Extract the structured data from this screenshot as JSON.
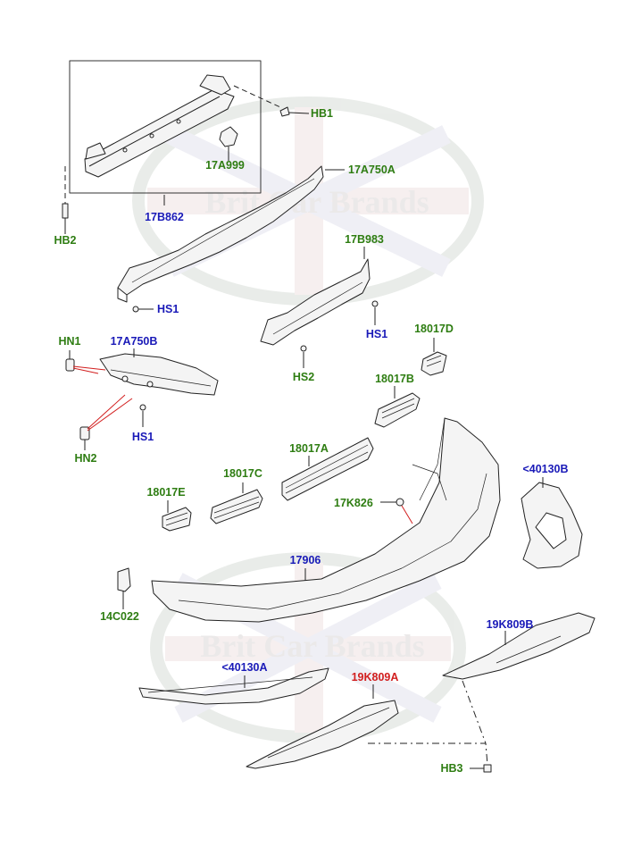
{
  "watermark": {
    "text": "Brit Car Brands"
  },
  "colors": {
    "green": "#2e7d12",
    "blue": "#1a1ab8",
    "red": "#d21f1f",
    "line": "#222222",
    "part_fill": "#f4f4f4"
  },
  "labels": {
    "hb1": "HB1",
    "a999": "17A999",
    "a750a": "17A750A",
    "hb2": "HB2",
    "b862": "17B862",
    "b983": "17B983",
    "hs1_top": "HS1",
    "hs1_mid": "HS1",
    "hs2": "HS2",
    "hn1": "HN1",
    "a750b": "17A750B",
    "hs1_low": "HS1",
    "hn2": "HN2",
    "d": "18017D",
    "b": "18017B",
    "a": "18017A",
    "c": "18017C",
    "e": "18017E",
    "k826": "17K826",
    "c40130b": "<40130B",
    "p17906": "17906",
    "c022": "14C022",
    "k809b": "19K809B",
    "c40130a": "<40130A",
    "k809a": "19K809A",
    "hb3": "HB3"
  }
}
